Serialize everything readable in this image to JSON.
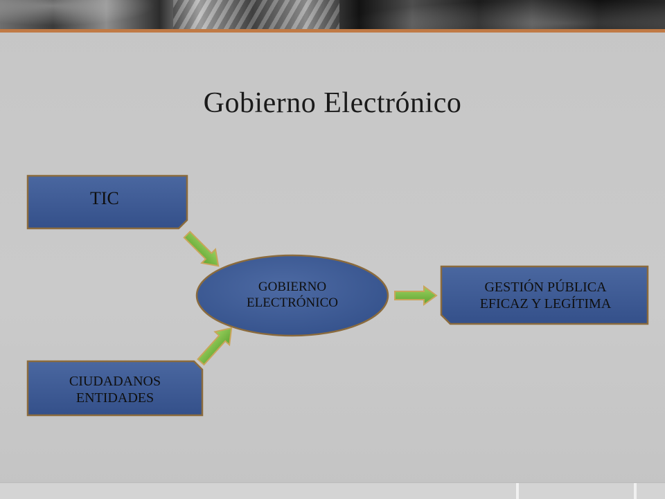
{
  "slide": {
    "title": "Gobierno Electrónico"
  },
  "diagram": {
    "nodes": {
      "tic": {
        "label": "TIC"
      },
      "ciudadanos": {
        "lines": [
          "CIUDADANOS",
          "ENTIDADES"
        ]
      },
      "gobierno": {
        "lines": [
          "GOBIERNO",
          "ELECTRÓNICO"
        ]
      },
      "gestion": {
        "lines": [
          "GESTIÓN PÚBLICA",
          "EFICAZ Y LEGÍTIMA"
        ]
      }
    },
    "colors": {
      "box_fill": "#3d5a92",
      "box_border": "#8b6b3d",
      "arrow_fill": "#7ec24a",
      "arrow_stroke": "#c9a55a",
      "accent": "#c07a45"
    }
  }
}
